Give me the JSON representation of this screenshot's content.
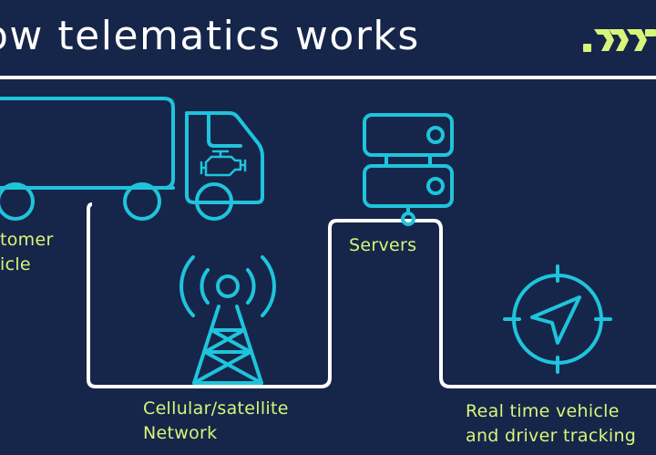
{
  "header": {
    "title": "ow telematics works"
  },
  "nodes": {
    "vehicle": {
      "label_line1": "tomer",
      "label_line2": "icle"
    },
    "servers": {
      "label": "Servers"
    },
    "network": {
      "label_line1": "Cellular/satellite",
      "label_line2": "Network"
    },
    "tracking": {
      "label_line1": "Real time vehicle",
      "label_line2": "and driver tracking"
    }
  },
  "icons": [
    "brand-logo-icon",
    "truck-icon",
    "engine-icon",
    "cell-tower-icon",
    "server-icon",
    "navigation-compass-icon"
  ],
  "colors": {
    "background": "#16264a",
    "icon_stroke": "#1fc4dc",
    "connector_line": "#ffffff",
    "label_text": "#d8f57a",
    "logo": "#d8f57a"
  }
}
